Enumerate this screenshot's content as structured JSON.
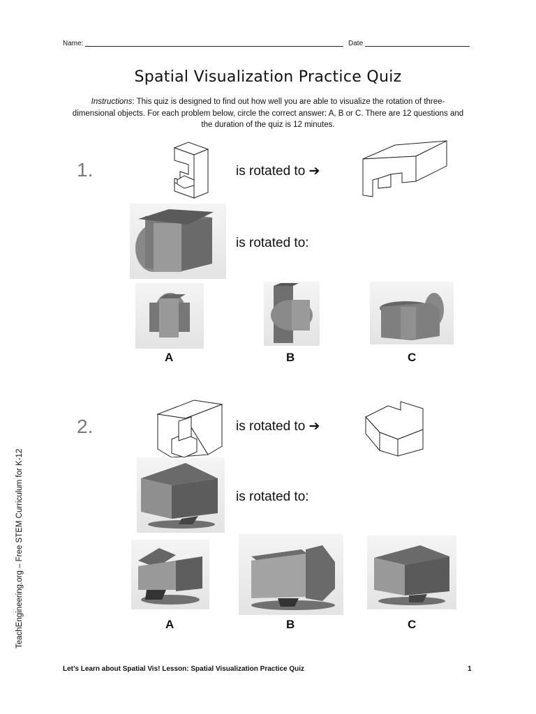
{
  "header": {
    "name_label": "Name:",
    "date_label": "Date"
  },
  "title": "Spatial Visualization Practice Quiz",
  "instructions": {
    "lead": "Instructions",
    "text": ": This quiz is designed to find out how well you are able to visualize the rotation of three-dimensional objects. For each problem below, circle the correct answer: A, B or C. There are 12 questions and the duration of the quiz is 12 minutes."
  },
  "questions": [
    {
      "number": "1.",
      "example_text": "is rotated to ➔",
      "task_text": "is rotated to:",
      "choices": [
        "A",
        "B",
        "C"
      ]
    },
    {
      "number": "2.",
      "example_text": "is rotated to ➔",
      "task_text": "is rotated to:",
      "choices": [
        "A",
        "B",
        "C"
      ]
    }
  ],
  "footer": {
    "lesson": "Let’s Learn about Spatial Vis! Lesson: Spatial Visualization Practice Quiz",
    "page_number": "1"
  },
  "sidebar_text": "TeachEngineering.org – Free STEM Curriculum for K-12"
}
